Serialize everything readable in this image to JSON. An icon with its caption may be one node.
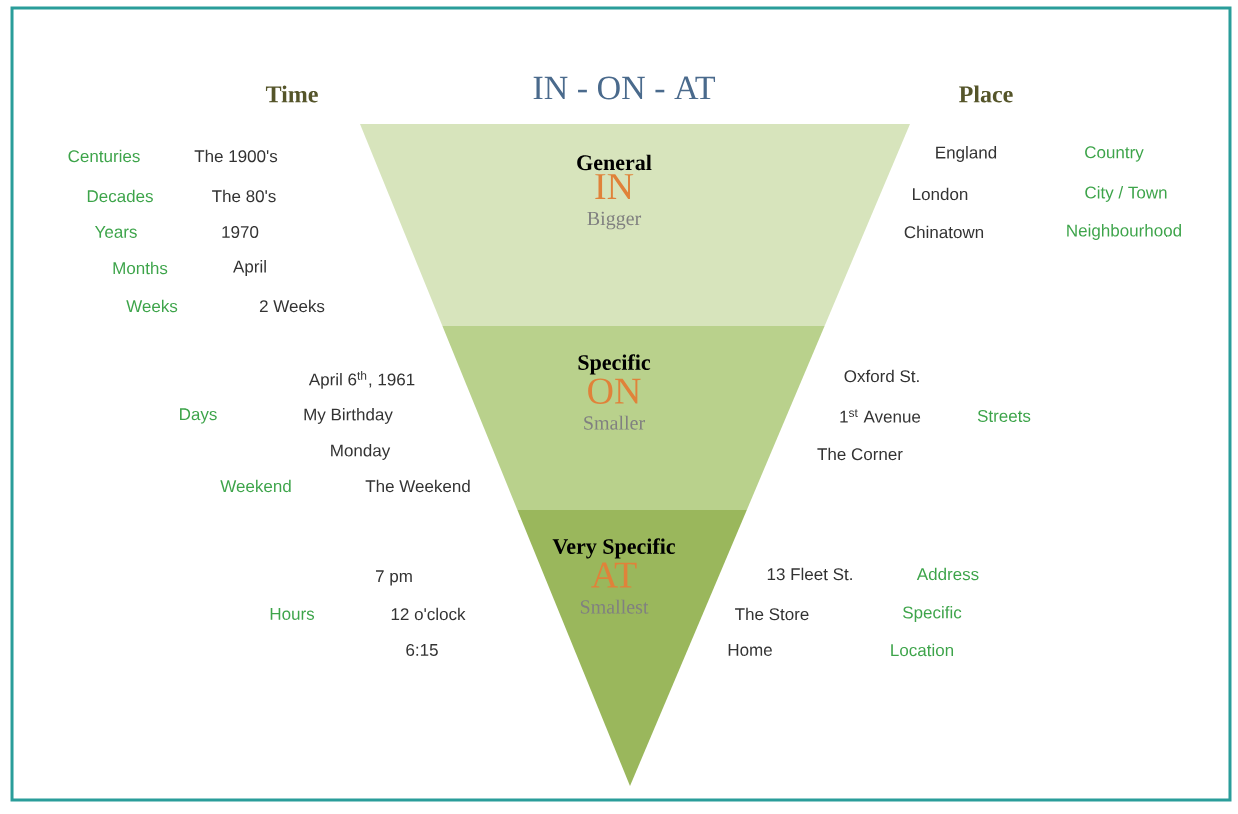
{
  "diagram": {
    "title": "IN - ON - AT",
    "nodes": [
      {
        "text": [
          "General",
          "IN",
          "Bigger"
        ]
      },
      {
        "text": [
          "Specific",
          "ON",
          "Smaller"
        ]
      },
      {
        "text": [
          "Very Specific",
          "AT",
          "Smallest"
        ]
      }
    ],
    "labels": [
      "Time",
      "Place",
      "Centuries",
      "The 1900's",
      "England",
      "Country",
      "Decades",
      "The 80's",
      "London",
      "City / Town",
      "Years",
      "1970",
      "Chinatown",
      "Neighbourhood",
      "Months",
      "April",
      "Weeks",
      "2 Weeks",
      "April 6$^{th}$, 1961",
      "Oxford St.",
      "Days",
      "My Birthday",
      "1$^{st}$ Avenue",
      "Streets",
      "Monday",
      "Weekend",
      "The Weekend",
      "The Corner",
      "7 pm",
      "13 Fleet St.",
      "Address",
      "Hours",
      "12 o'clock",
      "The Store",
      "Specific",
      "6:15",
      "Home",
      "Location"
    ]
  }
}
